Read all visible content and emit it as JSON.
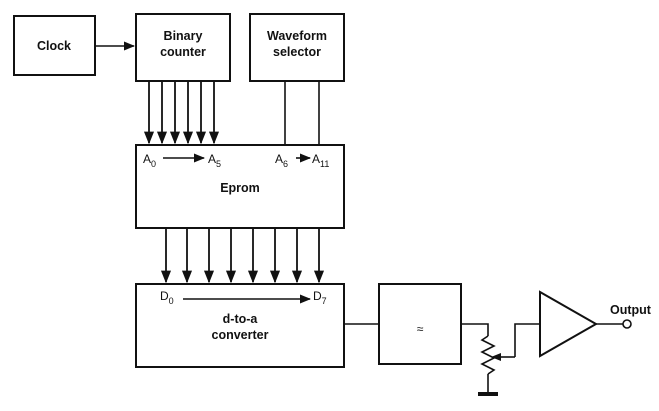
{
  "blocks": {
    "clock": "Clock",
    "counter_line1": "Binary",
    "counter_line2": "counter",
    "selector_line1": "Waveform",
    "selector_line2": "selector",
    "eprom": "Eprom",
    "dac_line1": "d-to-a",
    "dac_line2": "converter",
    "output": "Output"
  },
  "pins": {
    "a_start": "A",
    "a_start_sub": "0",
    "a_end": "A",
    "a_end_sub": "5",
    "a_sel_start": "A",
    "a_sel_start_sub": "6",
    "a_sel_end": "A",
    "a_sel_end_sub": "11",
    "d_start": "D",
    "d_start_sub": "0",
    "d_end": "D",
    "d_end_sub": "7"
  },
  "filter_symbol": "≈"
}
